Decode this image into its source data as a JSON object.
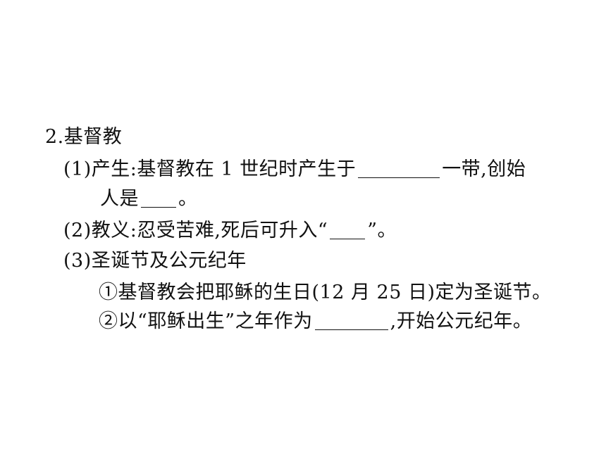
{
  "doc": {
    "heading": "2.基督教",
    "item1": {
      "before": "(1)产生:基督教在 1 世纪时产生于",
      "after": "一带,创始",
      "cont_before": "人是",
      "cont_after": "。"
    },
    "item2": {
      "before": "(2)教义:忍受苦难,死后可升入“",
      "after": "”。"
    },
    "item3": {
      "title": "(3)圣诞节及公元纪年",
      "sub1": "①基督教会把耶稣的生日(12 月 25 日)定为圣诞节。",
      "sub2_before": "②以“耶稣出生”之年作为",
      "sub2_after": ",开始公元纪年。"
    }
  }
}
